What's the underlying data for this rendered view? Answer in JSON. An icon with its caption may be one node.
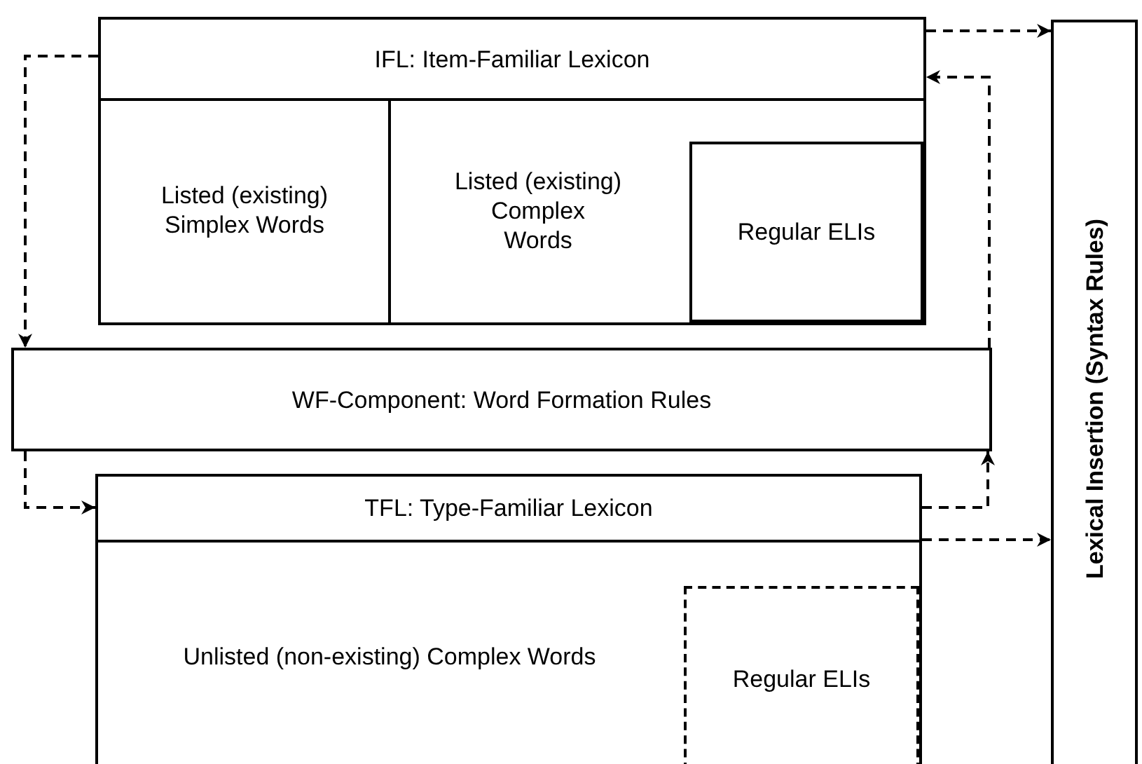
{
  "diagram": {
    "nodes": [
      {
        "text": [
          "IFL: Item-Familiar Lexicon"
        ]
      },
      {
        "text": [
          "Listed (existing) Simplex Words"
        ],
        "in": 0
      },
      {
        "text": [
          "Listed (existing) Complex Words"
        ],
        "in": 0
      },
      {
        "text": [
          "Regular ELIs"
        ],
        "in": 2
      },
      {
        "text": [
          "WF-Component: Word Formation Rules"
        ]
      },
      {
        "text": [
          "TFL: Type-Familiar Lexicon",
          "Unlisted (non-existing) Complex Words"
        ]
      },
      {
        "text": [
          "Regular ELIs"
        ],
        "in": 5
      },
      {
        "text": [
          "Lexical Insertion (Syntax Rules)"
        ]
      }
    ],
    "edges": [
      {
        "from": 0,
        "to": 7,
        "arrow": "to",
        "style": "dashed"
      },
      {
        "from": 4,
        "to": 0,
        "arrow": "to",
        "style": "dashed"
      },
      {
        "from": 0,
        "to": 4,
        "arrow": "to",
        "style": "dashed"
      },
      {
        "from": 4,
        "to": 5,
        "arrow": "to",
        "style": "dashed"
      },
      {
        "from": 5,
        "to": 4,
        "arrow": "to",
        "style": "dashed"
      },
      {
        "from": 5,
        "to": 7,
        "arrow": "to",
        "style": "dashed"
      }
    ]
  }
}
